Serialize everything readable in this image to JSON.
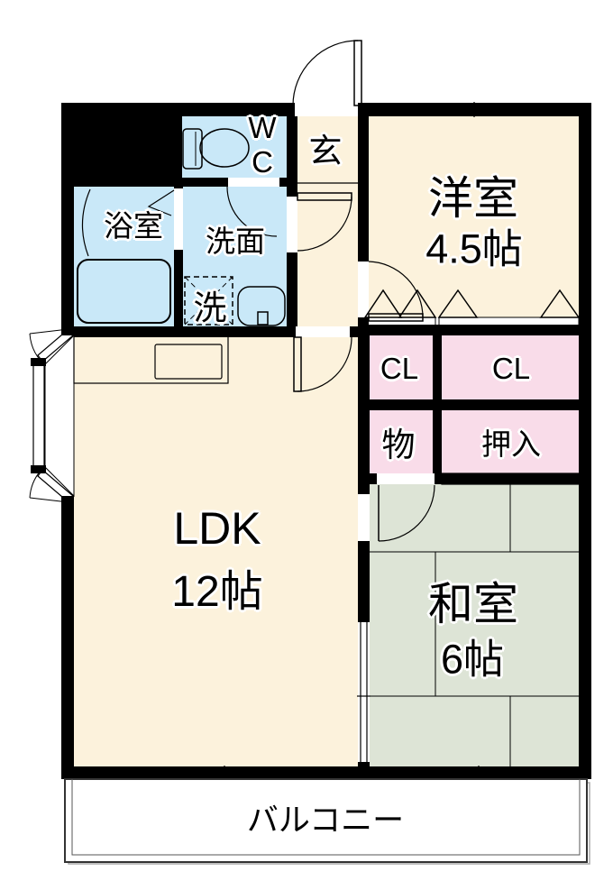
{
  "colors": {
    "room_cream": "#FCF2DC",
    "wet_blue": "#C9E8F8",
    "closet_pink": "#F9DCE9",
    "tatami_green": "#DDE4D6",
    "wall_black": "#000000",
    "balcony_border": "#333333"
  },
  "labels": {
    "wc_line1": "W",
    "wc_line2": "C",
    "genkan": "玄",
    "bathroom": "浴室",
    "washroom": "洗面",
    "laundry": "洗",
    "western_room": "洋室",
    "western_room_size": "4.5帖",
    "closet_left": "CL",
    "closet_right": "CL",
    "storage": "物",
    "oshiire": "押入",
    "ldk": "LDK",
    "ldk_size": "12帖",
    "japanese_room": "和室",
    "japanese_room_size": "6帖",
    "balcony": "バルコニー"
  }
}
